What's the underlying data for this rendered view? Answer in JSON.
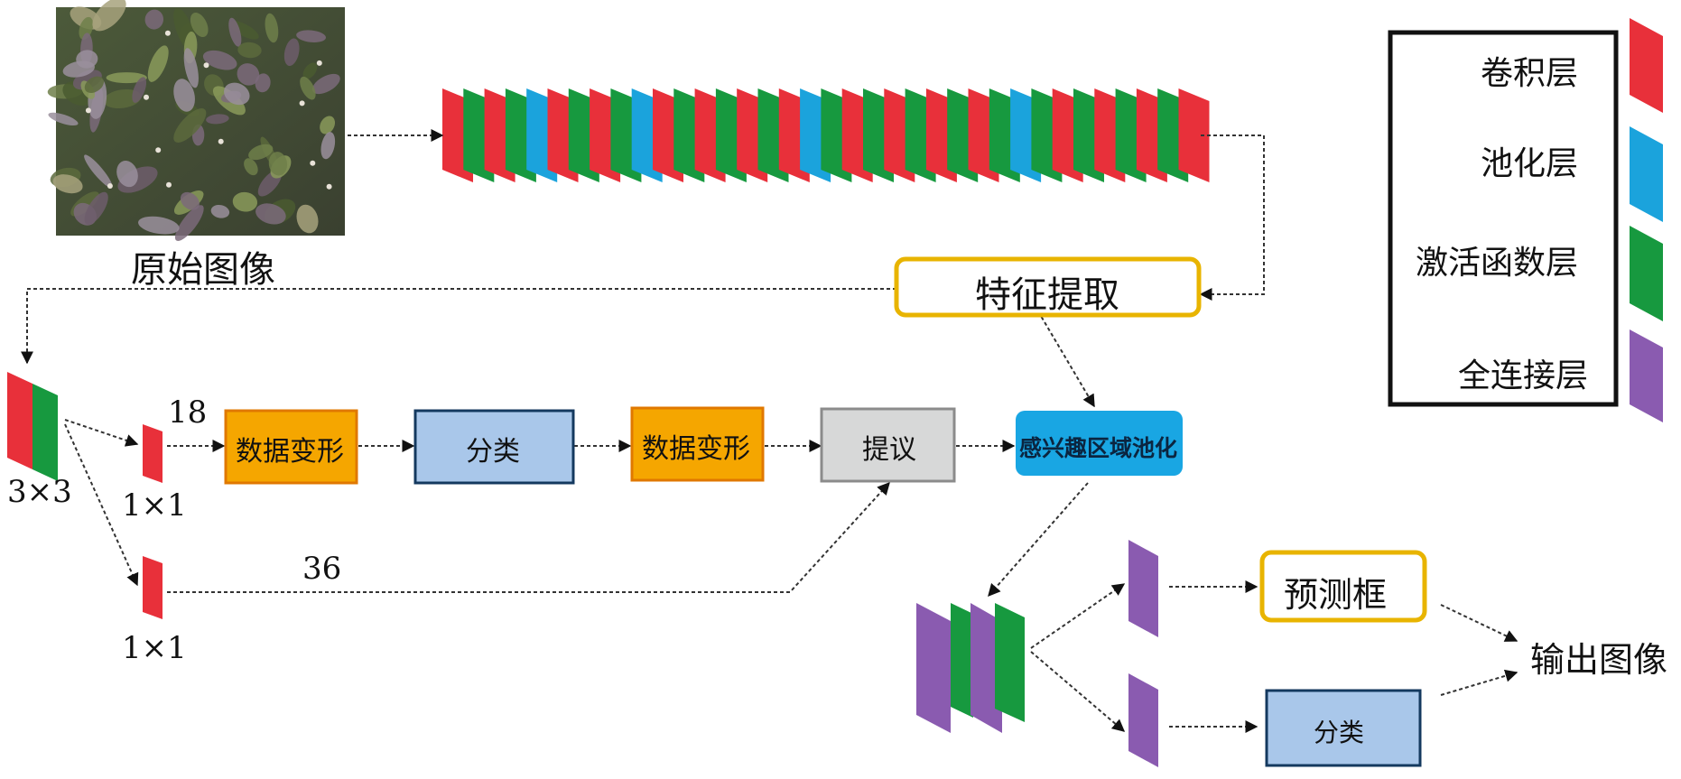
{
  "input": {
    "label": "原始图像"
  },
  "backbone": {
    "sequence": [
      "r",
      "g",
      "r",
      "g",
      "b",
      "r",
      "g",
      "r",
      "g",
      "b",
      "r",
      "g",
      "r",
      "g",
      "r",
      "g",
      "r",
      "b",
      "g",
      "r",
      "g",
      "r",
      "g",
      "r",
      "g",
      "r",
      "g",
      "b",
      "g",
      "r",
      "g",
      "r",
      "g",
      "r",
      "g",
      "r"
    ]
  },
  "feature_extraction": {
    "label": "特征提取"
  },
  "rpn": {
    "conv_3x3": "3×3",
    "conv_1x1_top": "1×1",
    "conv_1x1_bottom": "1×1",
    "channels_top": "18",
    "channels_bottom": "36",
    "reshape_1": "数据变形",
    "classify": "分类",
    "reshape_2": "数据变形",
    "proposal": "提议",
    "roi_pooling": "感兴趣区域池化"
  },
  "head": {
    "pred_box": "预测框",
    "classify": "分类",
    "output": "输出图像"
  },
  "legend": {
    "items": [
      {
        "label": "卷积层",
        "color": "#e8303a"
      },
      {
        "label": "池化层",
        "color": "#1ba3dc"
      },
      {
        "label": "激活函数层",
        "color": "#17993f"
      },
      {
        "label": "全连接层",
        "color": "#8a5bb0"
      }
    ]
  },
  "colors": {
    "conv": "#e8303a",
    "pool": "#1ba3dc",
    "act": "#17993f",
    "fc": "#8a5bb0",
    "orange": "#f5a600",
    "yellow_border": "#e8b400",
    "blue_box": "#a9c7ea",
    "blue_border": "#14395f",
    "gray": "#d7d8d8",
    "roi": "#19a6e3"
  }
}
